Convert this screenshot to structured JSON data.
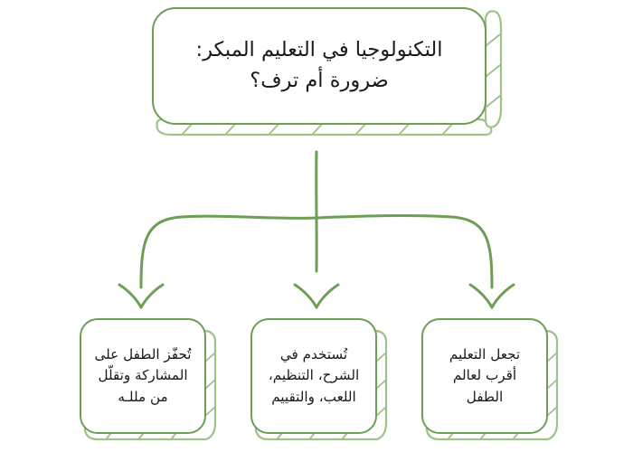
{
  "diagram": {
    "type": "flowchart",
    "direction": "rtl",
    "language": "ar",
    "title_node": {
      "id": "node-title",
      "text": "التكنولوجيا في التعليم المبكر:\nضرورة أم ترف؟",
      "line1": "التكنولوجيا في التعليم المبكر:",
      "line2": "ضرورة أم ترف؟"
    },
    "branch_nodes": [
      {
        "id": "node-leaf-0",
        "position": "left",
        "text": "تُحفّز الطفل على\nالمشاركة وتقلّل\nمن مللـه"
      },
      {
        "id": "node-leaf-1",
        "position": "center",
        "text": "تُستخدم في\nالشرح، التنظيم،\nاللعب، والتقييم"
      },
      {
        "id": "node-leaf-2",
        "position": "right",
        "text": "تجعل التعليم\nأقرب لعالم\nالطفل"
      }
    ],
    "connectors": [
      {
        "name": "trunk-line",
        "from": "node-title",
        "to": "branch-bus"
      },
      {
        "name": "branch-bus",
        "orientation": "horizontal"
      },
      {
        "name": "arrow-left",
        "to": "node-leaf-0"
      },
      {
        "name": "arrow-center",
        "to": "node-leaf-1"
      },
      {
        "name": "arrow-right",
        "to": "node-leaf-2"
      }
    ],
    "colors": {
      "stroke": "#6c9e55",
      "stroke_light": "#8fb97c",
      "shadow": "#9dc28b",
      "text": "#1a1a1a",
      "background": "#ffffff"
    }
  }
}
